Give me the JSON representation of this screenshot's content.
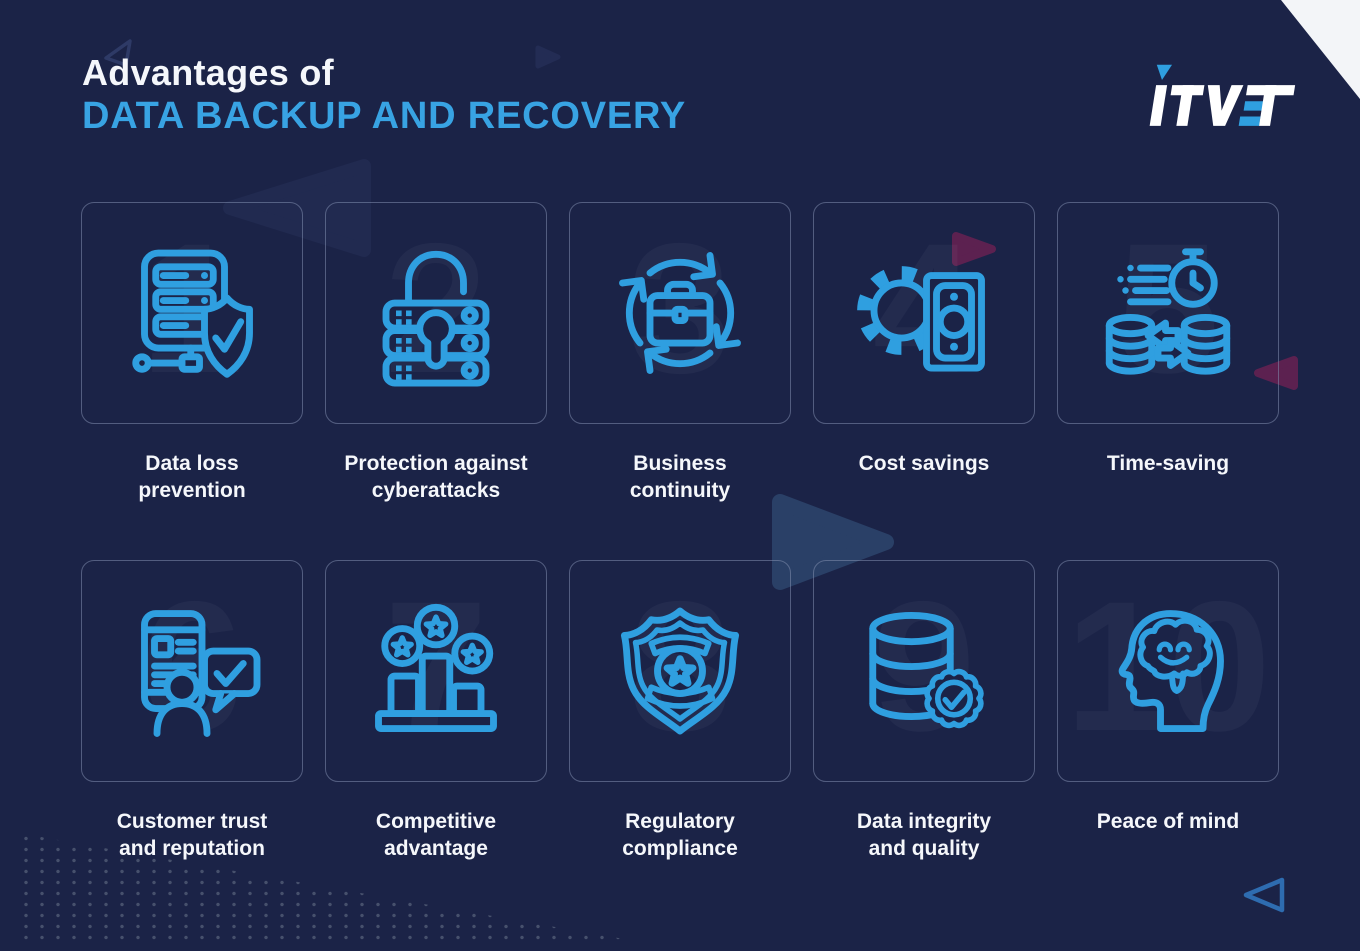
{
  "header": {
    "title_line1": "Advantages of",
    "title_line2": "DATA BACKUP AND RECOVERY",
    "logo_text": "ITVET"
  },
  "cards": [
    {
      "number": "1",
      "label": "Data loss\nprevention",
      "icon": "server-shield-icon"
    },
    {
      "number": "2",
      "label": "Protection against\ncyberattacks",
      "icon": "lock-server-icon"
    },
    {
      "number": "3",
      "label": "Business\ncontinuity",
      "icon": "briefcase-cycle-icon"
    },
    {
      "number": "4",
      "label": "Cost savings",
      "icon": "gear-money-icon"
    },
    {
      "number": "5",
      "label": "Time-saving",
      "icon": "stopwatch-database-icon"
    },
    {
      "number": "6",
      "label": "Customer trust\nand reputation",
      "icon": "phone-review-icon"
    },
    {
      "number": "7",
      "label": "Competitive\nadvantage",
      "icon": "podium-stars-icon"
    },
    {
      "number": "8",
      "label": "Regulatory\ncompliance",
      "icon": "badge-star-icon"
    },
    {
      "number": "9",
      "label": "Data integrity\nand quality",
      "icon": "database-verified-icon"
    },
    {
      "number": "10",
      "label": "Peace of mind",
      "icon": "head-brain-icon"
    }
  ],
  "colors": {
    "background": "#1b2347",
    "icon_blue": "#2f9fe0",
    "title_blue": "#38a3e3",
    "text_white": "#f5f7fb",
    "card_border": "#828eaf",
    "accent_magenta": "#5c2150",
    "accent_triangle_navy": "#2a4067",
    "corner_white": "#f3f5f8"
  }
}
